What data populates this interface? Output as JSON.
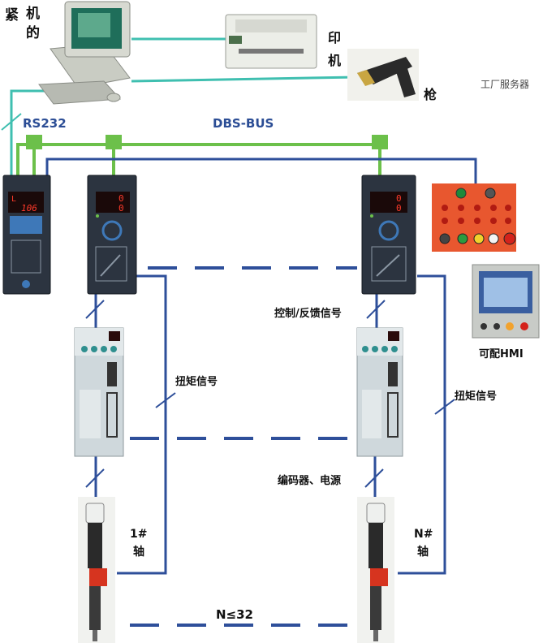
{
  "labels": {
    "pc_name": "紧机的",
    "printer_name": "印机",
    "gun_name": "枪",
    "factory_server": "工厂服务器",
    "rs232": "RS232",
    "bus": "DBS-BUS",
    "control_feedback": "控制/反馈信号",
    "torque_left": "扭矩信号",
    "torque_right": "扭矩信号",
    "hmi": "可配HMI",
    "encoder_power": "编码器、电源",
    "axis1_num": "1#",
    "axis1_word": "轴",
    "axisn_num": "N#",
    "axisn_word": "轴",
    "axis_count": "N≤32"
  },
  "controllers": {
    "c1_display_top": "L",
    "c1_display_bottom": "106",
    "c2_display_top": "0",
    "c2_display_bottom": "0",
    "c3_display_top": "0",
    "c3_display_bottom": "0"
  },
  "colors": {
    "bus_green": "#6cc04a",
    "line_blue": "#2e4f9a",
    "teal": "#3fbfb0",
    "controller_body": "#2c3440",
    "led_red": "#ff3a2a",
    "panel_orange": "#e8572f",
    "driver_body": "#cfd8dc"
  }
}
